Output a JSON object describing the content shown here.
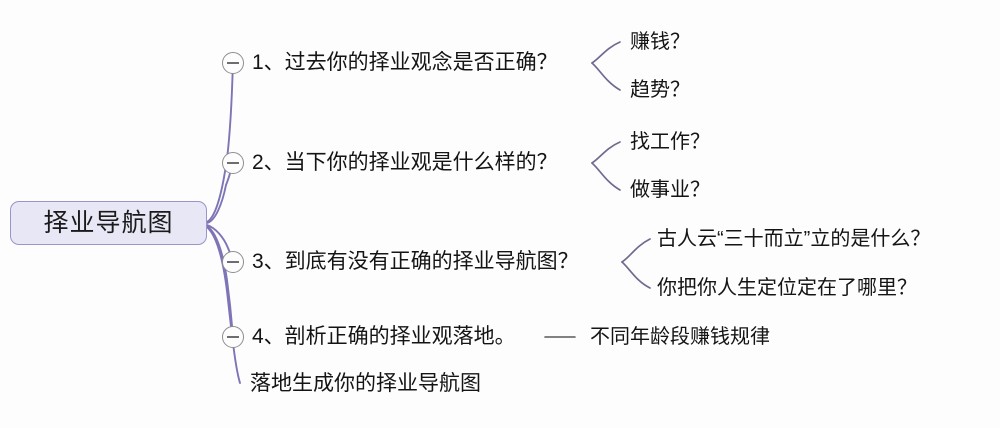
{
  "diagram": {
    "type": "mind-map",
    "title": "择业导航图",
    "theme": {
      "background": "#fdfdfd",
      "root_fill": "#e8e7f6",
      "root_border": "#9a94c9",
      "branch_line": "#7d75b5",
      "leaf_line": "#6f6a90",
      "text": "#141414",
      "toggle_stroke": "#8e8e8e"
    },
    "root": {
      "label": "择业导航图"
    },
    "branches": [
      {
        "index": "1",
        "label": "1、过去你的择业观念是否正确？",
        "toggle": "collapse-toggle",
        "children": [
          {
            "label": "赚钱？"
          },
          {
            "label": "趋势？"
          }
        ]
      },
      {
        "index": "2",
        "label": "2、当下你的择业观是什么样的？",
        "toggle": "collapse-toggle",
        "children": [
          {
            "label": "找工作？"
          },
          {
            "label": "做事业？"
          }
        ]
      },
      {
        "index": "3",
        "label": "3、到底有没有正确的择业导航图？",
        "toggle": "collapse-toggle",
        "children": [
          {
            "label": "古人云“三十而立”立的是什么？"
          },
          {
            "label": "你把你人生定位定在了哪里？"
          }
        ]
      },
      {
        "index": "4",
        "label": "4、剖析正确的择业观落地。",
        "toggle": "collapse-toggle",
        "dash": "—",
        "tail_label": "不同年龄段赚钱规律",
        "children": []
      },
      {
        "index": "5",
        "label": "落地生成你的择业导航图",
        "children": []
      }
    ]
  }
}
